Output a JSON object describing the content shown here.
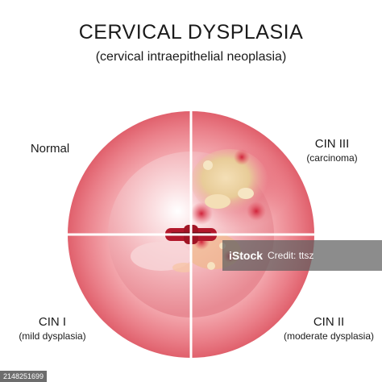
{
  "header": {
    "title": "CERVICAL DYSPLASIA",
    "subtitle": "(cervical intraepithelial neoplasia)"
  },
  "quadrants": {
    "normal": {
      "label": "Normal"
    },
    "cin3": {
      "label": "CIN III",
      "sublabel": "(carcinoma)"
    },
    "cin1": {
      "label": "CIN I",
      "sublabel": "(mild dysplasia)"
    },
    "cin2": {
      "label": "CIN II",
      "sublabel": "(moderate dysplasia)"
    }
  },
  "watermark": {
    "logo": "iStock",
    "credit": "Credit: ttsz"
  },
  "image_id_badge": "2148251699",
  "colors": {
    "outer_ring": "#e8808a",
    "tissue": "#f2aeb4",
    "lesion": "#e8cfa0",
    "os": "#b2182b",
    "divider": "#ffffff"
  }
}
